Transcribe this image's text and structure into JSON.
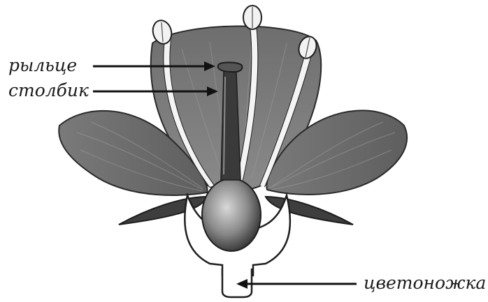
{
  "diagram": {
    "labels": {
      "stigma": "рыльце",
      "style": "столбик",
      "pedicel": "цветоножка"
    }
  }
}
